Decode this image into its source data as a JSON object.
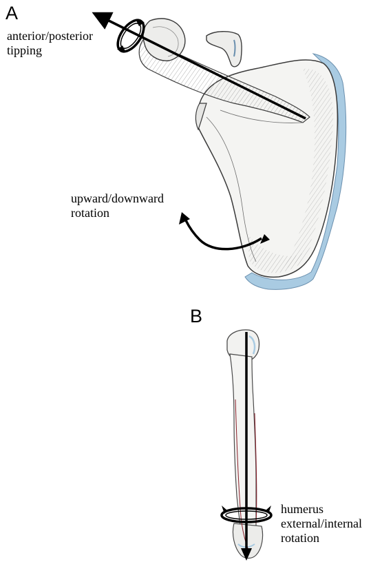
{
  "panel_a": {
    "letter": "A",
    "tipping_label": [
      "anterior/posterior",
      "tipping"
    ],
    "rotation_label": [
      "upward/downward",
      "rotation"
    ]
  },
  "panel_b": {
    "letter": "B",
    "humerus_label": [
      "humerus",
      "external/internal",
      "rotation"
    ]
  },
  "colors": {
    "bone_fill": "#f4f4f2",
    "bone_outline": "#3a3a3a",
    "cartilage_blue": "#a9cbe2",
    "vessel_red": "#8a1f2a",
    "axis_black": "#000000"
  },
  "icons": [
    "rotation-ring-icon",
    "curved-arrow-icon",
    "axis-arrow-icon"
  ]
}
